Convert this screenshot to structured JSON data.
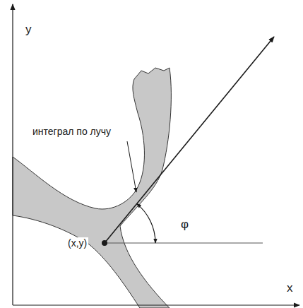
{
  "diagram": {
    "labels": [
      "y",
      "x",
      "интеграл по лучу",
      "φ",
      "(x,y)"
    ]
  }
}
